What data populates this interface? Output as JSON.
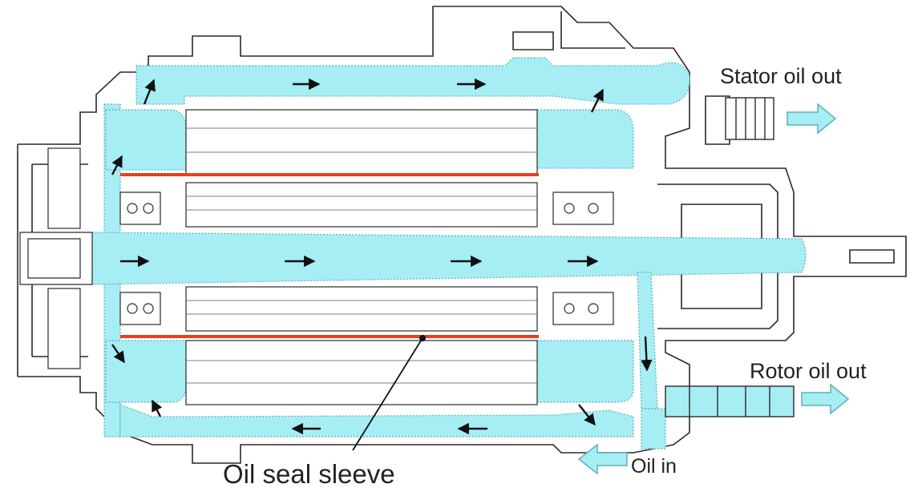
{
  "labels": {
    "stator_oil_out": "Stator oil out",
    "rotor_oil_out": "Rotor oil out",
    "oil_in": "Oil in",
    "oil_seal_sleeve": "Oil seal sleeve"
  },
  "colors": {
    "oil": "#a6eef4",
    "oil_edge": "#5fb0bb",
    "outline": "#2a2a2a",
    "sleeve": "#e8401c",
    "arrow": "#111111",
    "flow_arrow_fill": "#a6eef4",
    "background": "#ffffff"
  }
}
